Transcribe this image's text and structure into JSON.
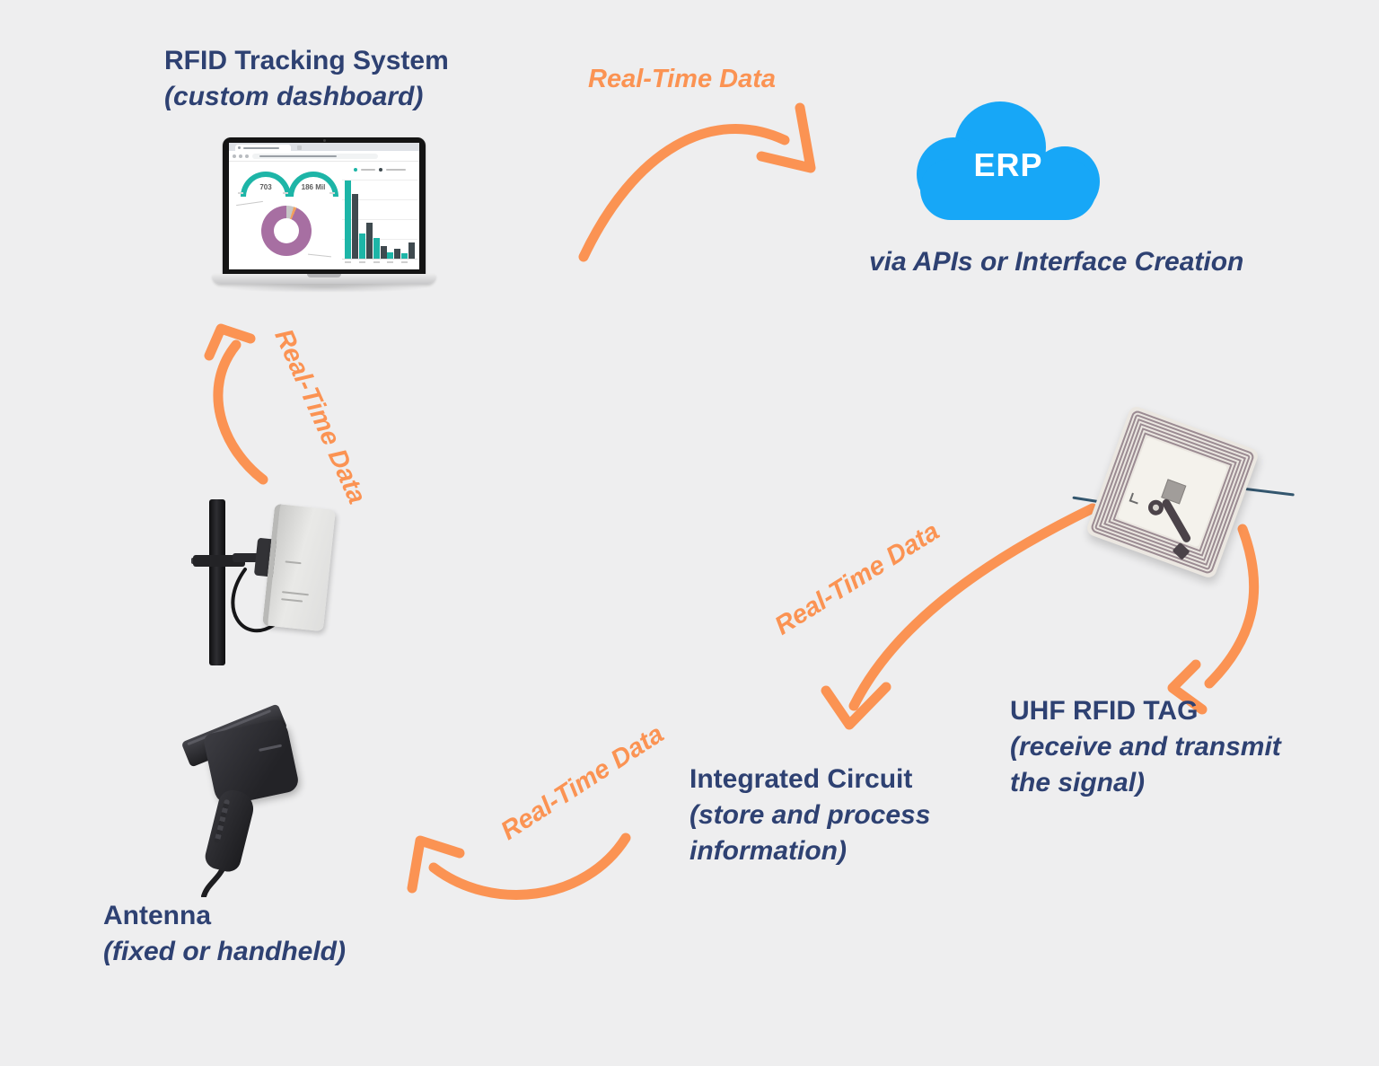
{
  "colors": {
    "background": "#eeeeef",
    "navy": "#2e4172",
    "orange": "#fb9353",
    "cloud_blue": "#17a7f7",
    "teal": "#1db5a7",
    "bar_dark": "#3f4a4f",
    "donut_gray": "#c6c6c6",
    "donut_orange": "#f2a05e",
    "donut_purple": "#a76fa2"
  },
  "nodes": {
    "tracking_system": {
      "title": "RFID Tracking System",
      "subtitle": "(custom dashboard)"
    },
    "erp": {
      "cloud_label": "ERP",
      "caption": "via APIs or Interface Creation"
    },
    "uhf_tag": {
      "title": "UHF RFID TAG",
      "subtitle_line1": "(receive and transmit",
      "subtitle_line2": "the signal)"
    },
    "integrated_circuit": {
      "title": "Integrated Circuit",
      "subtitle_line1": "(store and process",
      "subtitle_line2": "information)"
    },
    "antenna": {
      "title": "Antenna",
      "subtitle": "(fixed or handheld)"
    }
  },
  "flow_labels": {
    "laptop_to_erp": "Real-Time Data",
    "antenna_to_laptop": "Real-Time Data",
    "tag_to_ic": "Real-Time Data",
    "ic_to_antenna": "Real-Time Data"
  },
  "laptop": {
    "gauges": [
      {
        "value": "703"
      },
      {
        "value": "186 Mil"
      }
    ],
    "bar_pairs": [
      [
        95,
        78
      ],
      [
        30,
        43
      ],
      [
        25,
        15
      ],
      [
        8,
        12
      ],
      [
        7,
        20
      ]
    ],
    "donut": {
      "gray_deg": 17,
      "orange_deg": 7
    }
  }
}
